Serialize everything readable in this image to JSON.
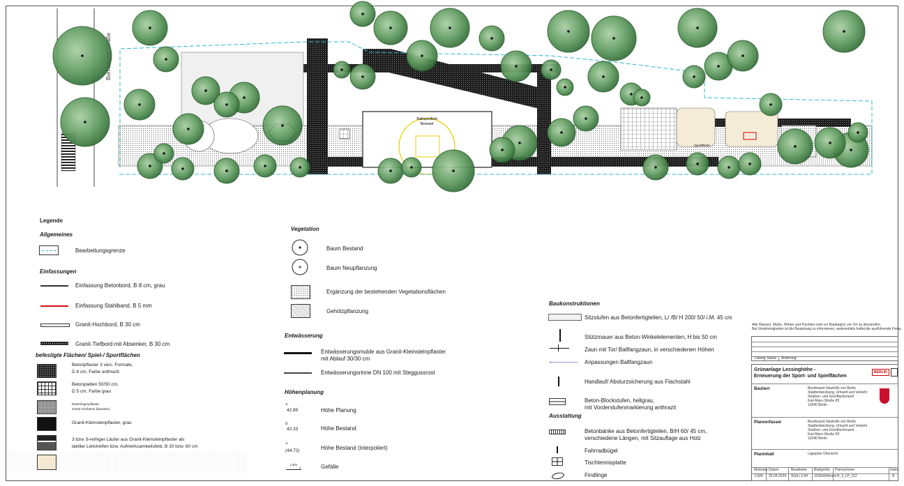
{
  "plan": {
    "street": "Bornsdorfer Straße",
    "field_label": "Ballspielfeld",
    "field_sublabel": "Bestand",
    "sport_label": "Sportfläche"
  },
  "legend": {
    "title": "Legende",
    "allgemeines": {
      "title": "Allgemeines",
      "items": [
        "Bearbeitungsgrenze"
      ]
    },
    "einfassungen": {
      "title": "Einfassungen",
      "items": [
        "Einfassung Betonbord, B 8 cm, grau",
        "Einfassung Stahlband, B 5 mm",
        "Granit-Hochbord, B 30 cm",
        "Granit-Tiefbord mit Absenker, B 30 cm"
      ]
    },
    "befestigte": {
      "title": "befestigte Flächen/ Spiel-/ Sportflächen",
      "items": [
        {
          "l1": "Betonpflaster 3 vers. Formate,",
          "l2": "D 8 cm, Farbe anthrazit"
        },
        {
          "l1": "Betonplatten 50/50 cm,",
          "l2": "D 5 cm, Farbe grau"
        },
        {
          "l1": "Rasenfugenpflaster,",
          "l2": "Granit Großstein (bauseits)"
        },
        {
          "l1": "Granit-Kleinsteinpflaster, grau",
          "l2": ""
        },
        {
          "l1": "3 bzw. 6-reihiger Läufer aus Granit-Kleinsteinpflaster als",
          "l2": "taktiler Leitstreifen bzw. Aufmerksamkeitsfeld, B 30 bzw. 60 cm"
        }
      ]
    },
    "vegetation": {
      "title": "Vegetation",
      "items": [
        "Baum Bestand",
        "Baum Neupflanzung",
        "Ergänzung der bestehenden Vegetationsflächen",
        "Gehölzpflanzung"
      ]
    },
    "entwaesserung": {
      "title": "Entwässerung",
      "items": [
        {
          "l1": "Entwässerungsmulde aus Granit-Kleinsteinpflaster",
          "l2": "mit Ablauf 30/30 cm"
        },
        {
          "l1": "Entwässerungsrinne DN 100 mit Steggussrost",
          "l2": ""
        }
      ]
    },
    "hoehen": {
      "title": "Höhenplanung",
      "items": [
        {
          "value": "42.85",
          "label": "Höhe Planung"
        },
        {
          "value": "42.33",
          "label": "Höhe Bestand"
        },
        {
          "value": "(44.72)",
          "label": "Höhe Bestand (interpoliert)"
        },
        {
          "value": "2,5%",
          "label": "Gefälle"
        }
      ]
    },
    "bau": {
      "title": "Baukonstruktionen",
      "items": [
        {
          "l1": "Sitzstufen aus Betonfertigteilen, L/ /B/ H 200/ 50/ i.M. 45 cm",
          "l2": ""
        },
        {
          "l1": "Stützmauer aus Beton-Winkelelementen, H bis 50 cm",
          "l2": ""
        },
        {
          "l1": "Zaun mit Tor/ Ballfangzaun, in verschiedenen Höhen",
          "l2": ""
        },
        {
          "l1": "Anpassungen Ballfangzaun",
          "l2": ""
        },
        {
          "l1": "Handlauf/ Absturzsicherung aus Flachstahl",
          "l2": ""
        },
        {
          "l1": "Beton-Blockstufen, hellgrau,",
          "l2": "mit Vorderstufenmarkierung anthrazit"
        }
      ]
    },
    "ausstattung": {
      "title": "Ausstattung",
      "items": [
        {
          "l1": "Betonbänke aus Betonfertigteilen, B/H 60/ 45 cm,",
          "l2": "verschiedene Längen, mit Sitzauflage aus Holz"
        },
        {
          "l1": "Fahrradbügel",
          "l2": ""
        },
        {
          "l1": "Tischtennisplatte",
          "l2": ""
        },
        {
          "l1": "Findlinge",
          "l2": ""
        }
      ]
    }
  },
  "title_block": {
    "note_l1": "Alle Massen, Maße, Höhen und Fluchten sind vor Baubeginn vor Ort zu überprüfen.",
    "note_l2": "Bei Unstimmigkeiten ist die Bauleitung zu informieren, anderenfalls haftet die ausführende Firma.",
    "rev_cols": [
      "Datum",
      "Status",
      "Änderung"
    ],
    "project_l1": "Grünanlage Lessinghöhe -",
    "project_l2": "Erneuerung der Sport- und Spielflächen",
    "badge": "BERLIN",
    "bauherr_label": "Bauherr",
    "bauherr": [
      "Bezirksamt Neukölln von Berlin",
      "Stadtentwicklung, Umwelt und Verkehr",
      "Straßen- und Grünflächenamt",
      "Karl-Marx-Straße 83",
      "12040 Berlin"
    ],
    "planverfasser_label": "Planverfasser",
    "planverfasser": [
      "Bezirksamt Neukölln von Berlin",
      "Stadtentwicklung, Umwelt und Verkehr",
      "Straßen- und Grünflächenamt",
      "Karl-Marx-Straße 83",
      "12040 Berlin"
    ],
    "planinhalt_label": "Planinhalt",
    "planinhalt": "Lageplan Übersicht",
    "footer_headers": [
      "Maßstab",
      "Datum",
      "Bearbeiter",
      "Blattgröße",
      "Plannummer",
      "Index"
    ],
    "footer_values": [
      "1:500",
      "25.04.2024",
      "SGA | 3.94",
      "1100x594mm",
      "LH_3_LP_112",
      "A"
    ]
  }
}
